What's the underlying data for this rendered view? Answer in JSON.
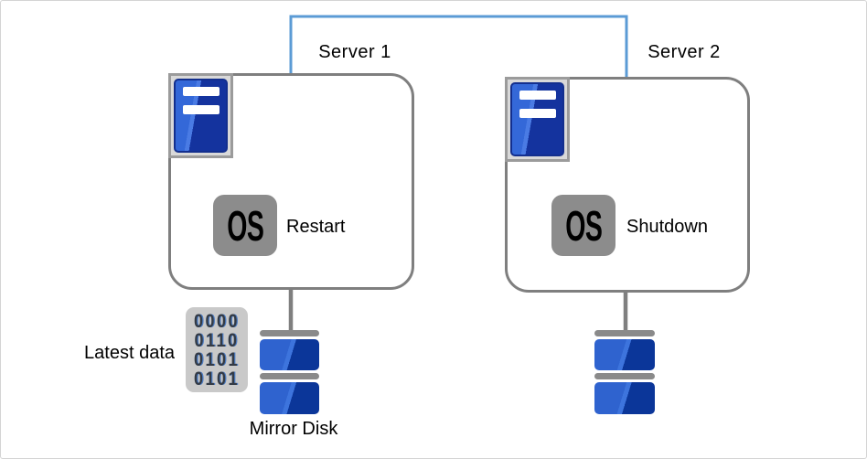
{
  "servers": [
    {
      "label": "Server 1",
      "os_label": "OS",
      "action": "Restart"
    },
    {
      "label": "Server 2",
      "os_label": "OS",
      "action": "Shutdown"
    }
  ],
  "disk": {
    "mirror_label": "Mirror Disk"
  },
  "latest_data": {
    "label": "Latest data",
    "binary_rows": [
      "0000",
      "0110",
      "0101",
      "0101"
    ]
  },
  "colors": {
    "interconnect_blue": "#5B9BD5",
    "box_border_gray": "#7f7f7f",
    "disk_blue_light": "#2f63cf",
    "disk_blue_dark": "#0b3699",
    "server_icon_blue": "#14339e",
    "neutral_gray": "#8c8c8c"
  }
}
